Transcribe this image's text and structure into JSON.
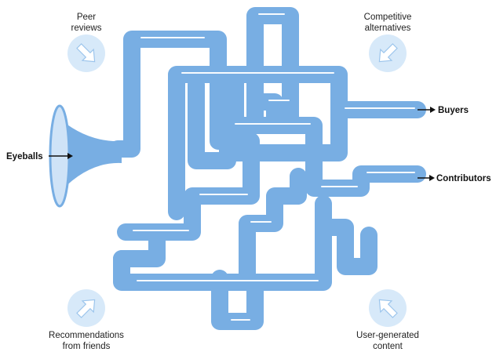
{
  "inputs": {
    "left_label": "Eyeballs",
    "top_left": [
      "Peer",
      "reviews"
    ],
    "top_right": [
      "Competitive",
      "alternatives"
    ],
    "bottom_left": [
      "Recommendations",
      "from friends"
    ],
    "bottom_right": [
      "User-generated",
      "content"
    ]
  },
  "outputs": {
    "top": "Buyers",
    "bottom": "Contributors"
  },
  "colors": {
    "pipe": "#78aee3",
    "circle": "#d7e9f9",
    "highlight": "#ffffff"
  },
  "icons": {
    "top_left": "arrow-down-right-icon",
    "top_right": "arrow-down-left-icon",
    "bottom_left": "arrow-up-right-icon",
    "bottom_right": "arrow-up-left-icon"
  }
}
